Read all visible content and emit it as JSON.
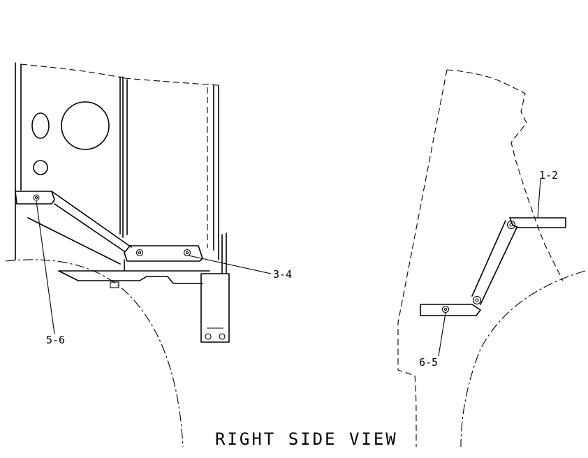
{
  "callouts": {
    "top_right": "1-2",
    "middle": "3-4",
    "left": "5-6",
    "bottom_right": "6-5"
  },
  "view_title": "RIGHT SIDE VIEW"
}
